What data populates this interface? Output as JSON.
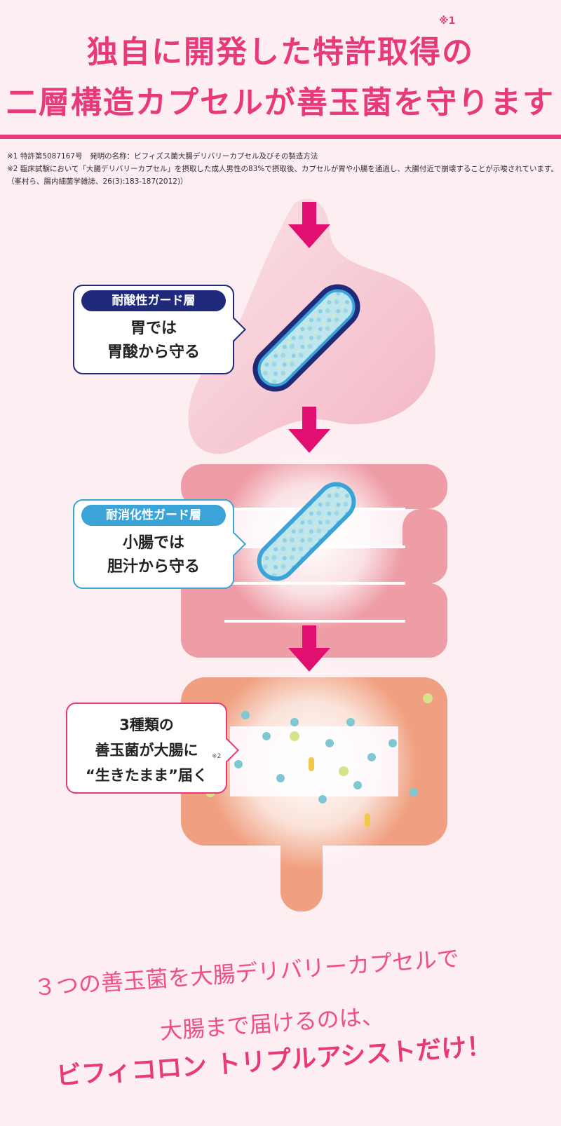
{
  "headline": {
    "line1": "独自に開発した特許取得の",
    "line1_note": "※1",
    "line2": "二層構造カプセルが善玉菌を守ります"
  },
  "footnotes": [
    "※1 特許第5087167号　発明の名称：ビフィズス菌大腸デリバリーカプセル及びその製造方法",
    "※2 臨床試験において「大腸デリバリーカプセル」を摂取した成人男性の83%で摂取後、カプセルが胃や小腸を通過し、大腸付近で崩壊することが示唆されています。",
    "（峯村ら、腸内細菌学雑誌、26(3):183-187(2012)）"
  ],
  "stages": [
    {
      "tag": "耐酸性ガード層",
      "line1": "胃では",
      "line2": "胃酸から守る"
    },
    {
      "tag": "耐消化性ガード層",
      "line1": "小腸では",
      "line2": "胆汁から守る"
    },
    {
      "line1": "3種類の",
      "line2": "善玉菌が大腸に",
      "line3": "“生きたまま”届く",
      "note": "※2"
    }
  ],
  "closing": {
    "line1": "３つの善玉菌を大腸デリバリーカプセルで",
    "line2": "大腸まで届けるのは、",
    "line3": "ビフィコロン トリプルアシストだけ！"
  },
  "colors": {
    "accent_pink": "#e8397a",
    "navy_layer": "#1f2a7a",
    "blue_layer": "#3aa3d8",
    "stomach": "#f6c9d3",
    "small_intestine": "#ee9ca6",
    "large_intestine": "#f0a080"
  }
}
